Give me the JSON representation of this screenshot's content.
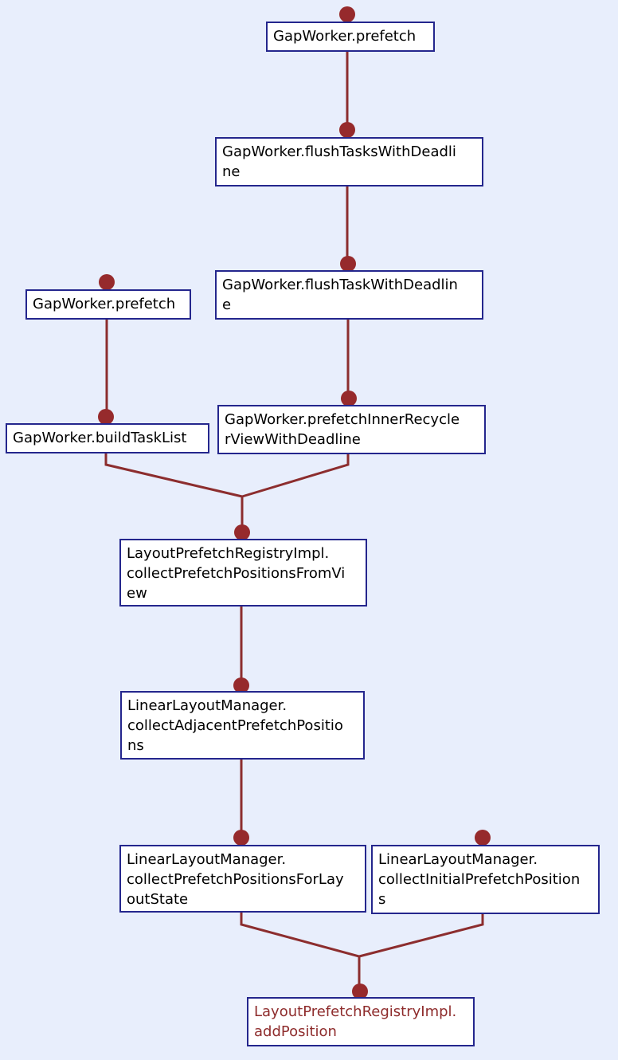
{
  "colors": {
    "background": "#e8eefc",
    "node_fill": "#ffffff",
    "node_border": "#24268d",
    "edge": "#8c2d2e",
    "dot": "#962a2c",
    "text": "#000000",
    "highlight_text": "#8e2c2c"
  },
  "graph": {
    "type": "call-graph",
    "nodes": [
      {
        "id": "prefetch_main",
        "name": "GapWorker.prefetch",
        "lines": [
          "GapWorker.prefetch"
        ],
        "entry_dot": true,
        "highlighted": false
      },
      {
        "id": "flush_tasks",
        "name": "GapWorker.flushTasksWithDeadline",
        "lines": [
          "GapWorker.flushTasksWithDeadli",
          "ne"
        ],
        "entry_dot": false,
        "highlighted": false
      },
      {
        "id": "flush_task",
        "name": "GapWorker.flushTaskWithDeadline",
        "lines": [
          "GapWorker.flushTaskWithDeadlin",
          "e"
        ],
        "entry_dot": false,
        "highlighted": false
      },
      {
        "id": "prefetch_left",
        "name": "GapWorker.prefetch",
        "lines": [
          "GapWorker.prefetch"
        ],
        "entry_dot": true,
        "highlighted": false
      },
      {
        "id": "build_task_list",
        "name": "GapWorker.buildTaskList",
        "lines": [
          "GapWorker.buildTaskList"
        ],
        "entry_dot": false,
        "highlighted": false
      },
      {
        "id": "prefetch_inner",
        "name": "GapWorker.prefetchInnerRecyclerViewWithDeadline",
        "lines": [
          "GapWorker.prefetchInnerRecycle",
          "rViewWithDeadline"
        ],
        "entry_dot": false,
        "highlighted": false
      },
      {
        "id": "collect_from_view",
        "name": "LayoutPrefetchRegistryImpl.collectPrefetchPositionsFromView",
        "lines": [
          "LayoutPrefetchRegistryImpl.",
          "collectPrefetchPositionsFromVi",
          "ew"
        ],
        "entry_dot": false,
        "highlighted": false
      },
      {
        "id": "collect_adjacent",
        "name": "LinearLayoutManager.collectAdjacentPrefetchPositions",
        "lines": [
          "LinearLayoutManager.",
          "collectAdjacentPrefetchPositio",
          "ns"
        ],
        "entry_dot": false,
        "highlighted": false
      },
      {
        "id": "collect_for_layout_state",
        "name": "LinearLayoutManager.collectPrefetchPositionsForLayoutState",
        "lines": [
          "LinearLayoutManager.",
          "collectPrefetchPositionsForLay",
          "outState"
        ],
        "entry_dot": false,
        "highlighted": false
      },
      {
        "id": "collect_initial",
        "name": "LinearLayoutManager.collectInitialPrefetchPositions",
        "lines": [
          "LinearLayoutManager.",
          "collectInitialPrefetchPosition",
          "s"
        ],
        "entry_dot": true,
        "highlighted": false
      },
      {
        "id": "add_position",
        "name": "LayoutPrefetchRegistryImpl.addPosition",
        "lines": [
          "LayoutPrefetchRegistryImpl.",
          "addPosition"
        ],
        "entry_dot": false,
        "highlighted": true
      }
    ],
    "edges": [
      {
        "from": "prefetch_main",
        "to": "flush_tasks"
      },
      {
        "from": "flush_tasks",
        "to": "flush_task"
      },
      {
        "from": "flush_task",
        "to": "prefetch_inner"
      },
      {
        "from": "prefetch_left",
        "to": "build_task_list"
      },
      {
        "from": "build_task_list",
        "to": "collect_from_view"
      },
      {
        "from": "prefetch_inner",
        "to": "collect_from_view"
      },
      {
        "from": "collect_from_view",
        "to": "collect_adjacent"
      },
      {
        "from": "collect_adjacent",
        "to": "collect_for_layout_state"
      },
      {
        "from": "collect_for_layout_state",
        "to": "add_position"
      },
      {
        "from": "collect_initial",
        "to": "add_position"
      }
    ]
  }
}
